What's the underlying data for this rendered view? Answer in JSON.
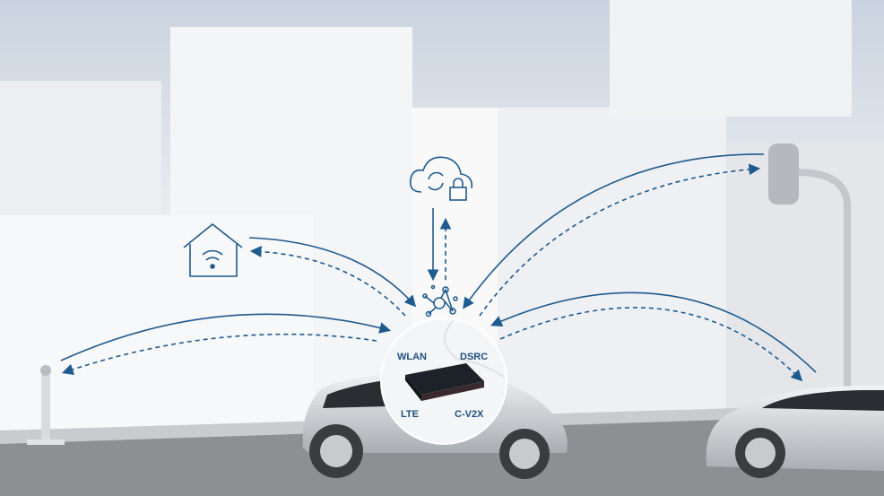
{
  "diagram": {
    "hub_labels": {
      "wlan": "WLAN",
      "dsrc": "DSRC",
      "lte": "LTE",
      "cv2x": "C-V2X"
    },
    "colors": {
      "arrow": "#1f5a8e",
      "background": "#e9ecf1",
      "road": "#8d8f93",
      "car": "#d5d8dc"
    },
    "icons": [
      "cloud-sync-lock-icon",
      "smart-home-wifi-icon",
      "network-hub-icon",
      "traffic-light",
      "roadside-post",
      "connectivity-control-unit"
    ]
  }
}
